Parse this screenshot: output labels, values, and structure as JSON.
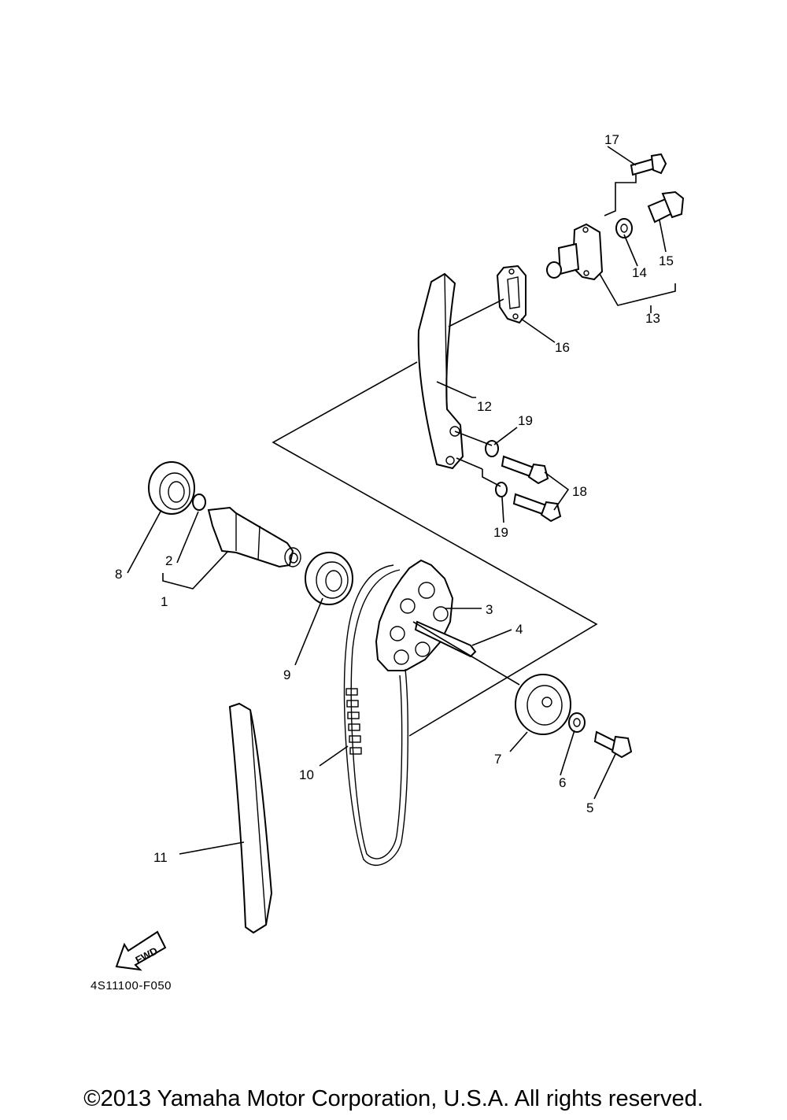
{
  "callouts": [
    "1",
    "2",
    "3",
    "4",
    "5",
    "6",
    "7",
    "8",
    "9",
    "10",
    "11",
    "12",
    "13",
    "14",
    "15",
    "16",
    "17",
    "18",
    "19",
    "19"
  ],
  "fwd_label": "FWD",
  "diagram_code": "4S11100-F050",
  "copyright": "©2013 Yamaha Motor Corporation, U.S.A. All rights reserved."
}
